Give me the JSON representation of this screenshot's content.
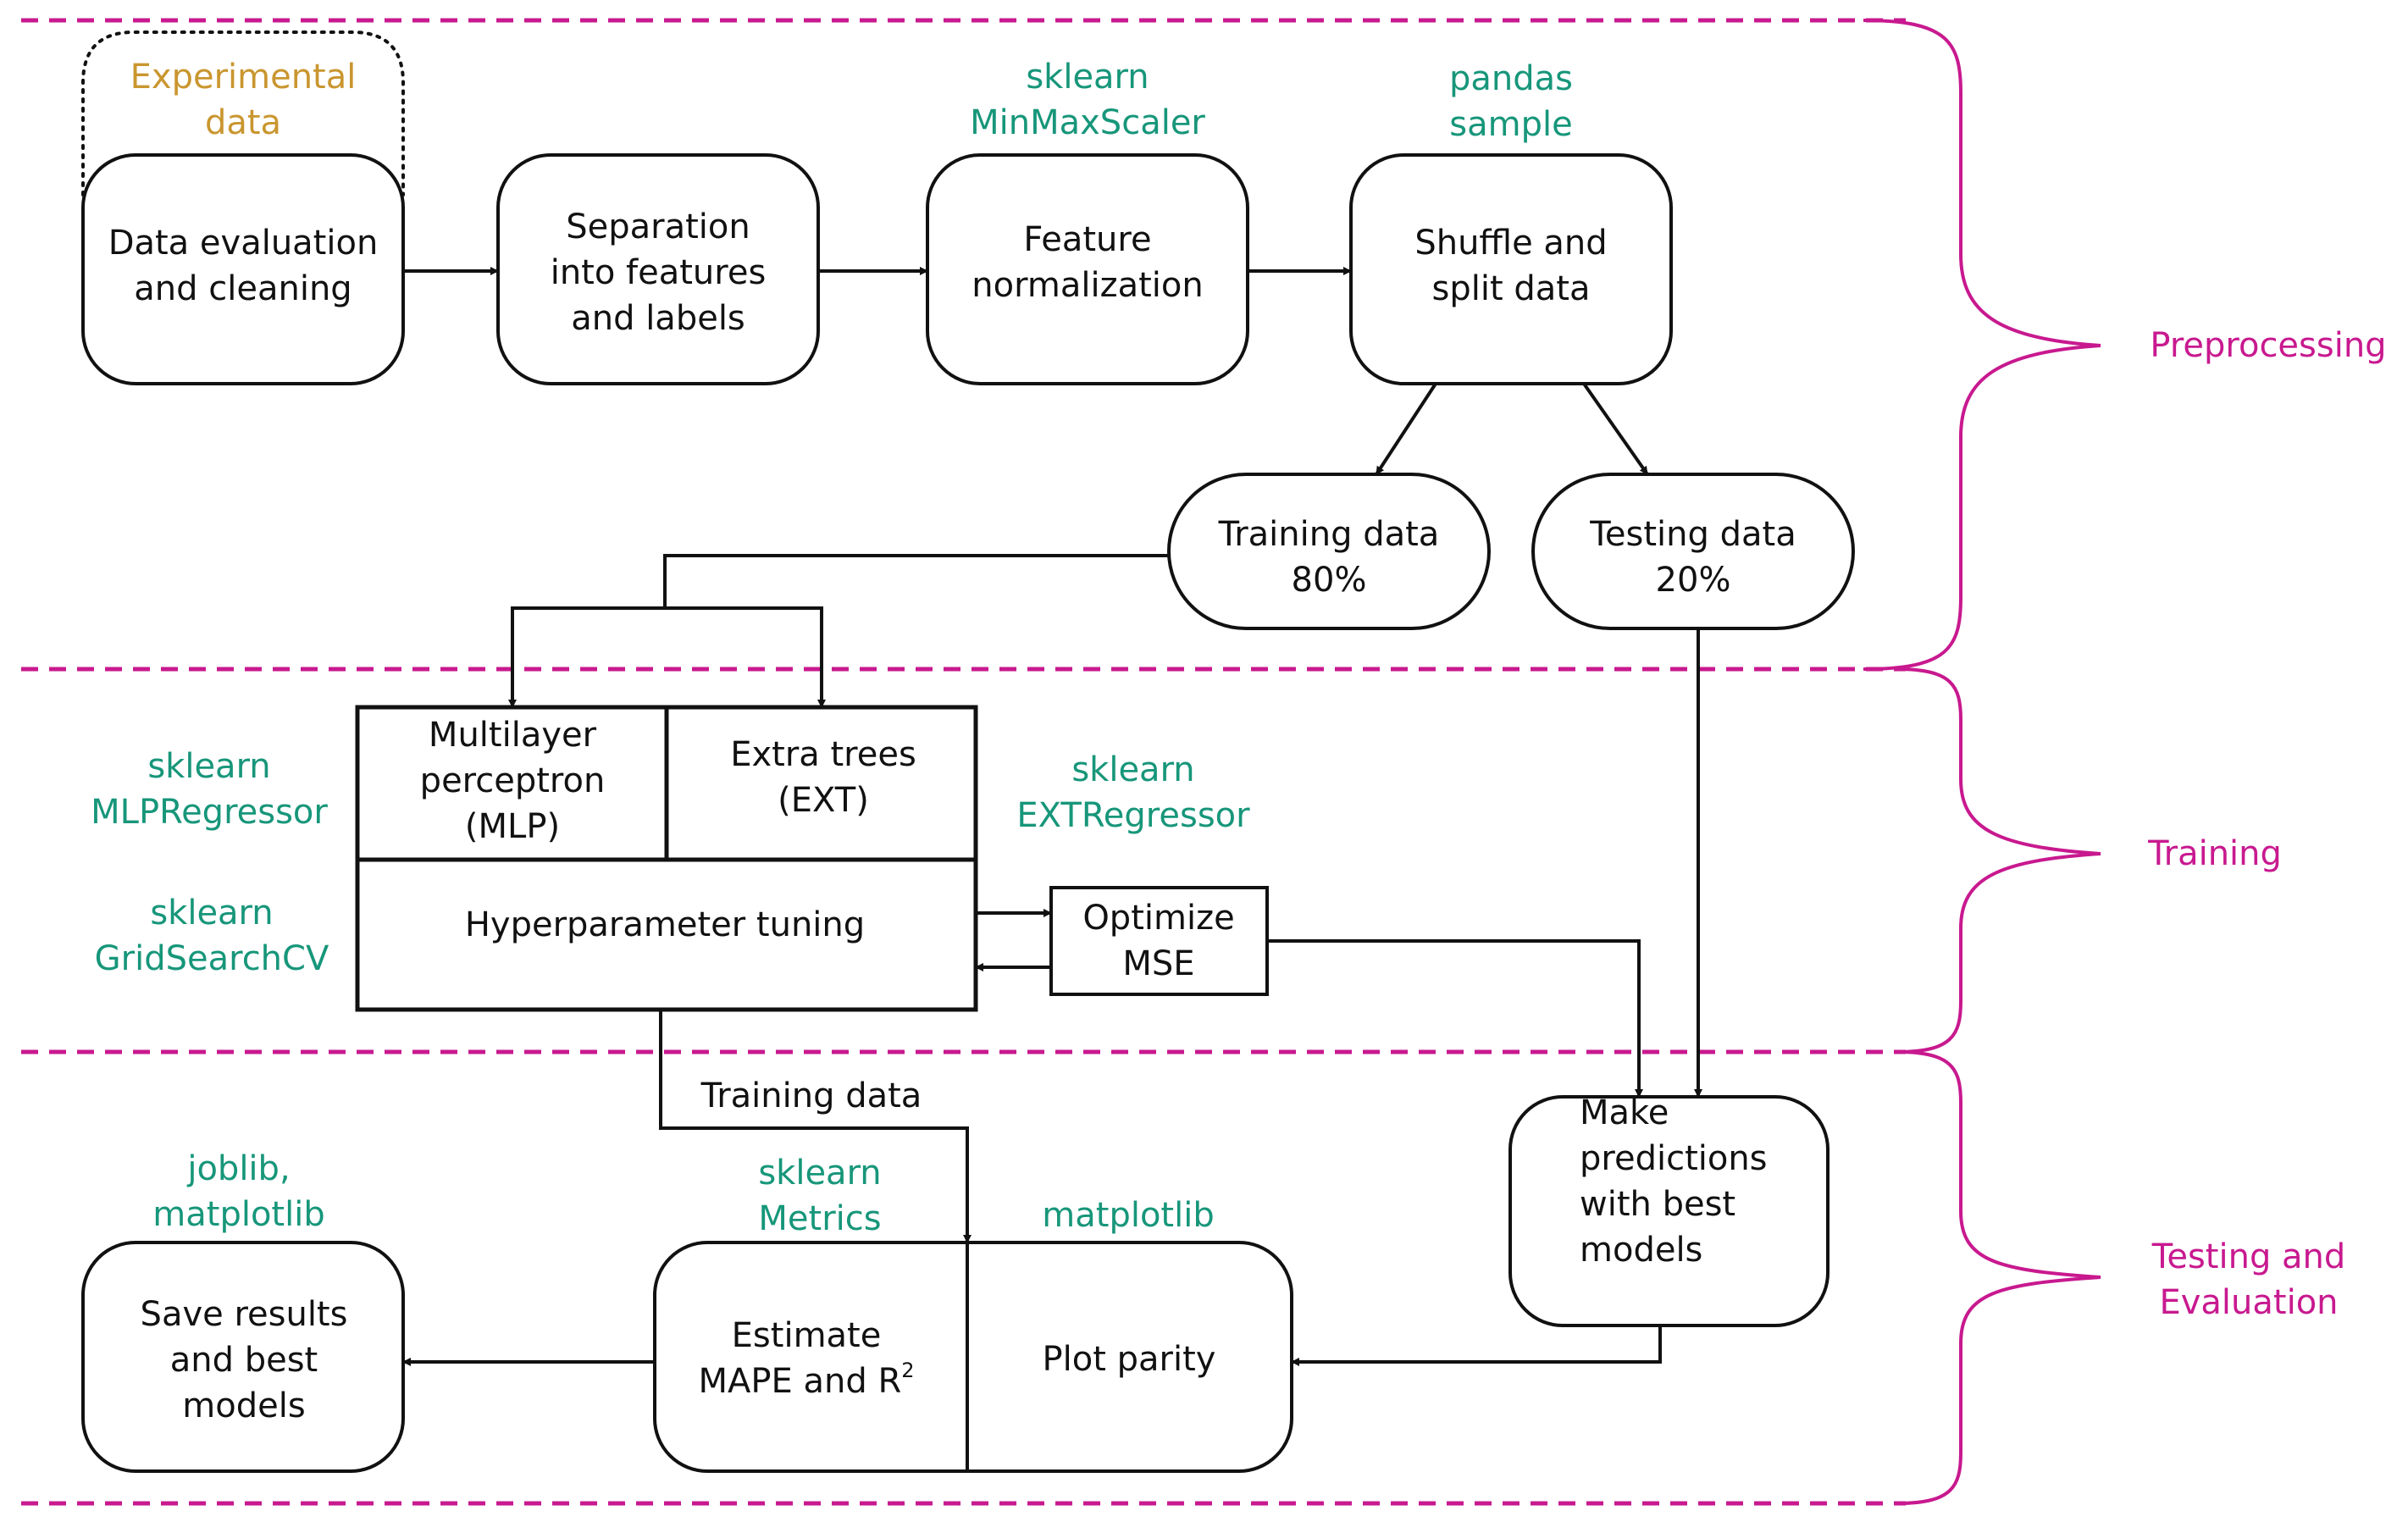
{
  "colors": {
    "stroke": "#111111",
    "library": "#17967a",
    "experimental": "#c9962f",
    "stage": "#c8198f"
  },
  "stages": {
    "preprocessing": "Preprocessing",
    "training": "Training",
    "testing_l1": "Testing and",
    "testing_l2": "Evaluation"
  },
  "preprocessing": {
    "experimental": [
      "Experimental",
      "data"
    ],
    "data_eval": [
      "Data evaluation",
      "and cleaning"
    ],
    "separation": [
      "Separation",
      "into features",
      "and labels"
    ],
    "scaler_lib": [
      "sklearn",
      "MinMaxScaler"
    ],
    "normalization": [
      "Feature",
      "normalization"
    ],
    "pandas_lib": [
      "pandas",
      "sample"
    ],
    "shuffle": [
      "Shuffle and",
      "split data"
    ],
    "training_data": [
      "Training data",
      "80%"
    ],
    "testing_data": [
      "Testing data",
      "20%"
    ]
  },
  "training": {
    "mlp_lib": [
      "sklearn",
      "MLPRegressor"
    ],
    "mlp": [
      "Multilayer",
      "perceptron",
      "(MLP)"
    ],
    "ext": [
      "Extra trees",
      "(EXT)"
    ],
    "ext_lib": [
      "sklearn",
      "EXTRegressor"
    ],
    "grid_lib": [
      "sklearn",
      "GridSearchCV"
    ],
    "tuning": "Hyperparameter tuning",
    "optimize": [
      "Optimize",
      "MSE"
    ]
  },
  "testing": {
    "training_data_label": "Training data",
    "joblib_lib": [
      "joblib,",
      "matplotlib"
    ],
    "metrics_lib": [
      "sklearn",
      "Metrics"
    ],
    "matplotlib_lib": "matplotlib",
    "predictions": [
      "Make",
      "predictions",
      "with best",
      "models"
    ],
    "save": [
      "Save results",
      "and best",
      "models"
    ],
    "estimate_l1": "Estimate",
    "estimate_l2": "MAPE and R",
    "estimate_sup": "2",
    "plot": "Plot parity"
  }
}
